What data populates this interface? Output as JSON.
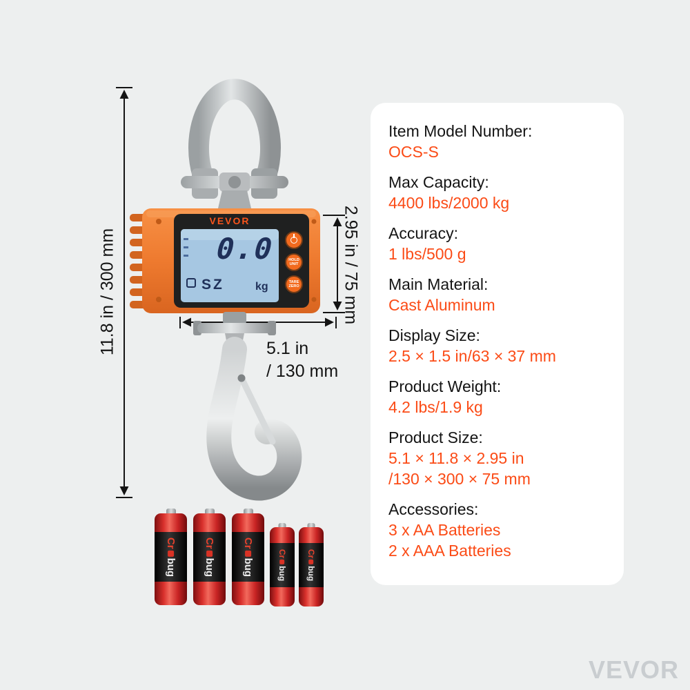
{
  "page": {
    "background": "#edefef",
    "watermark": "VEVOR"
  },
  "scale": {
    "brand": "VEVOR",
    "lcd": {
      "weight": "0.0",
      "unit": "kg",
      "mode": "SZ"
    },
    "buttons": {
      "power": {
        "name": "power"
      },
      "hold_unit": {
        "line1": "HOLD",
        "line2": "UNIT"
      },
      "tare_zero": {
        "line1": "TARE",
        "line2": "ZERO"
      }
    }
  },
  "dimensions": {
    "height_label": "11.8 in / 300 mm",
    "depth_label": "2.95 in / 75 mm",
    "width_line1": "5.1 in",
    "width_line2": "/ 130 mm"
  },
  "batteries": {
    "brand_prefix": "Cr",
    "brand_suffix": "bug",
    "types": [
      "AA",
      "AA",
      "AA",
      "AAA",
      "AAA"
    ]
  },
  "specs": [
    {
      "label": "Item Model Number:",
      "line1": "OCS-S"
    },
    {
      "label": "Max Capacity:",
      "line1": "4400 lbs/2000 kg"
    },
    {
      "label": "Accuracy:",
      "line1": "1 lbs/500 g"
    },
    {
      "label": "Main Material:",
      "line1": "Cast Aluminum"
    },
    {
      "label": "Display Size:",
      "line1": "2.5 × 1.5 in/63 × 37 mm"
    },
    {
      "label": "Product Weight:",
      "line1": "4.2 lbs/1.9 kg"
    },
    {
      "label": "Product Size:",
      "line1": "5.1 × 11.8 × 2.95 in",
      "line2": "/130 × 300 × 75 mm"
    },
    {
      "label": "Accessories:",
      "line1": "3 x AA Batteries",
      "line2": "2 x AAA Batteries"
    }
  ],
  "colors": {
    "accent": "#fb4b16",
    "scale_orange": "#ee7a2f",
    "lcd_blue": "#a6c7e2",
    "battery_red": "#d8302c",
    "text_dark": "#141414"
  }
}
